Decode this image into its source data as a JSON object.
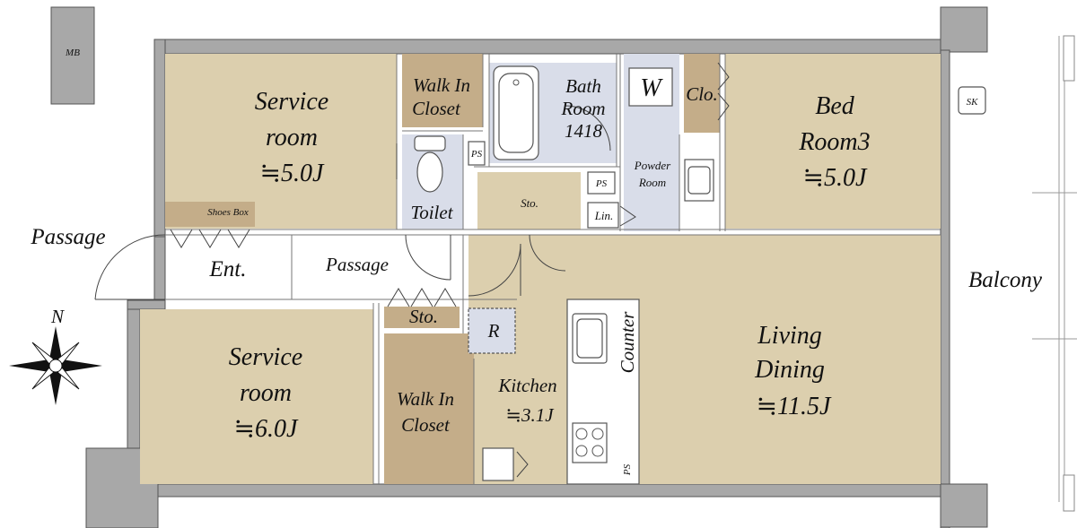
{
  "labels": {
    "mb": "MB",
    "sk": "SK",
    "service_room_1": [
      "Service",
      "room",
      "≒5.0J"
    ],
    "walk_in_closet_1": [
      "Walk In",
      "Closet"
    ],
    "bath_room": [
      "Bath",
      "Room",
      "1418"
    ],
    "washer": "W",
    "closet": "Clo.",
    "bed_room3": [
      "Bed",
      "Room3",
      "≒5.0J"
    ],
    "ps": "PS",
    "toilet": "Toilet",
    "storage": "Sto.",
    "powder_room": [
      "Powder",
      "Room"
    ],
    "linen": "Lin.",
    "shoes_box": "Shoes Box",
    "passage_outside": "Passage",
    "entrance": "Ent.",
    "passage_inside": "Passage",
    "balcony": "Balcony",
    "north": "N",
    "refrigerator": "R",
    "service_room_2": [
      "Service",
      "room",
      "≒6.0J"
    ],
    "walk_in_closet_2": [
      "Walk In",
      "Closet"
    ],
    "kitchen": [
      "Kitchen",
      "≒3.1J"
    ],
    "counter": "Counter",
    "living_dining": [
      "Living",
      "Dining",
      "≒11.5J"
    ]
  },
  "colors": {
    "room_fill": "#dccfae",
    "closet_fill": "#c4ad89",
    "wet_fill": "#d9dde9",
    "wall_fill": "#a8a8a8",
    "floor_white": "#ffffff"
  }
}
